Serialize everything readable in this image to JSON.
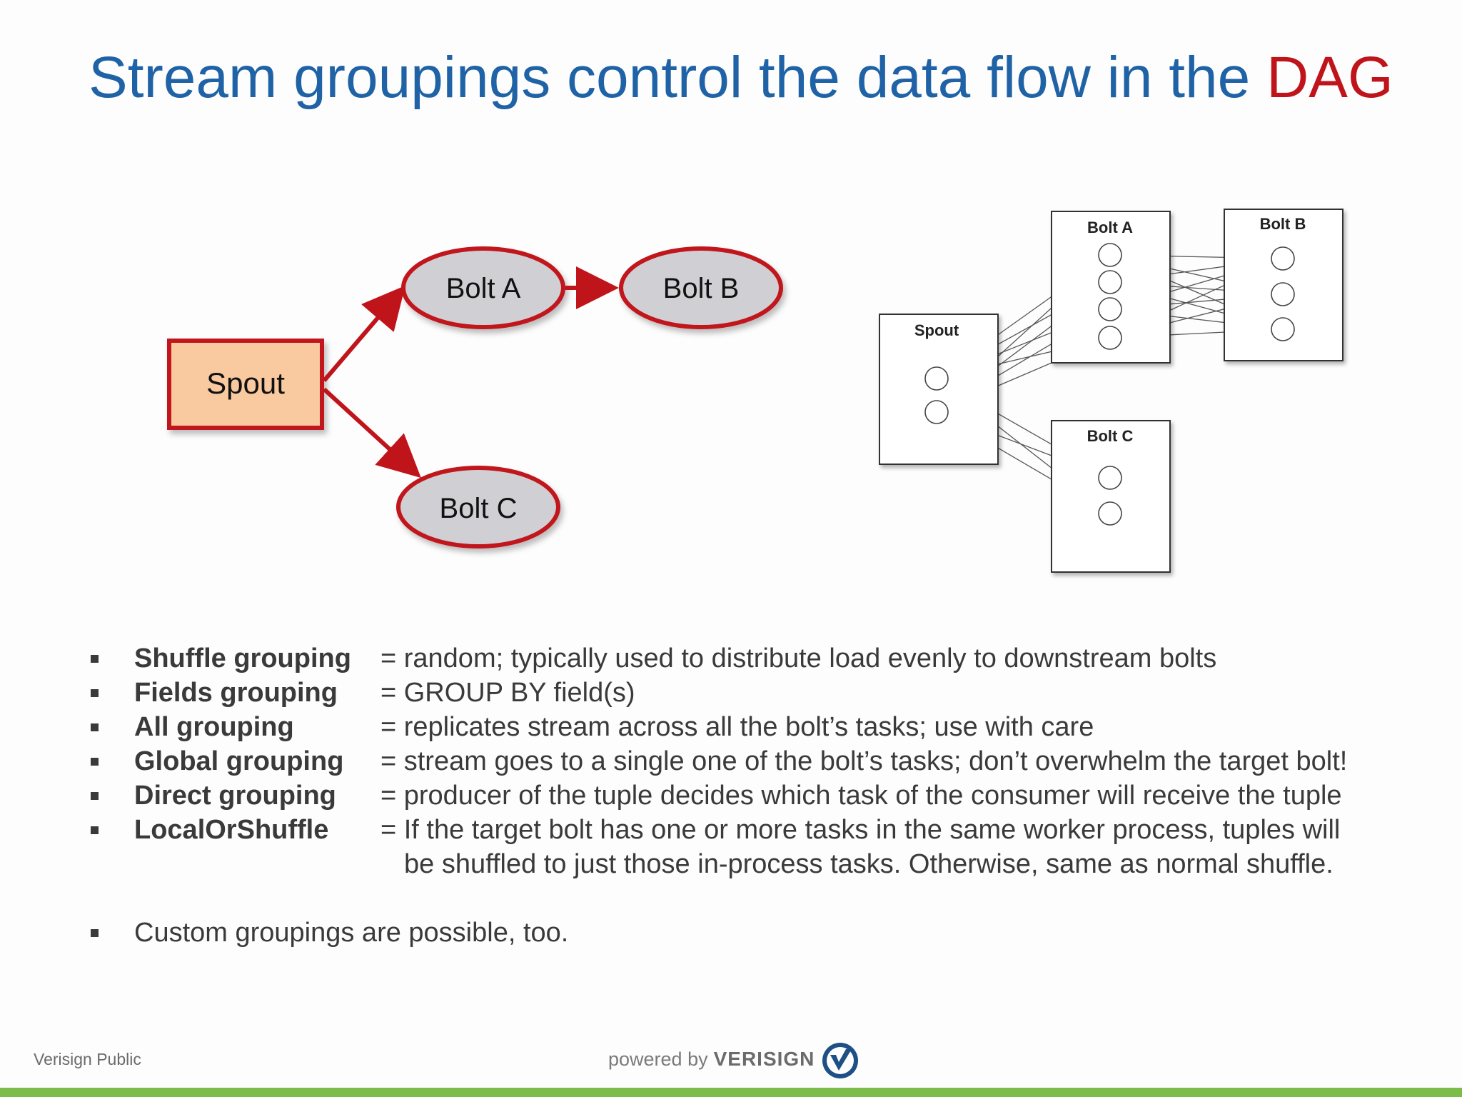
{
  "slide": {
    "title_main": "Stream groupings control the data flow in the ",
    "title_accent": "DAG"
  },
  "left_diagram": {
    "spout": "Spout",
    "bolt_a": "Bolt A",
    "bolt_b": "Bolt B",
    "bolt_c": "Bolt C"
  },
  "right_diagram": {
    "spout": "Spout",
    "bolt_a": "Bolt A",
    "bolt_b": "Bolt B",
    "bolt_c": "Bolt C"
  },
  "bullets": [
    {
      "term": "Shuffle grouping",
      "desc": "= random;  typically used to distribute load evenly to downstream bolts"
    },
    {
      "term": "Fields grouping",
      "desc": "= GROUP BY field(s)"
    },
    {
      "term": "All grouping",
      "desc": "= replicates stream across all the bolt’s tasks;  use with care"
    },
    {
      "term": "Global grouping",
      "desc": "= stream goes to a single one of the bolt’s tasks; don’t overwhelm the target bolt!"
    },
    {
      "term": "Direct grouping",
      "desc": "= producer of the tuple decides which task of the consumer will receive the tuple"
    },
    {
      "term": "LocalOrShuffle",
      "desc": "= If the target bolt has one or more tasks in the same worker process, tuples will",
      "continuation": "be shuffled to just those in-process tasks. Otherwise, same as normal shuffle."
    }
  ],
  "custom_note": "Custom groupings are possible, too.",
  "footer": {
    "classification": "Verisign Public",
    "powered_by": "powered by",
    "brand": "VERISIGN"
  },
  "colors": {
    "title_blue": "#1f63a6",
    "accent_red": "#c0141b",
    "spout_fill": "#f9c99f",
    "bolt_fill": "#d0d0d4",
    "footer_green": "#7cbd4a"
  }
}
